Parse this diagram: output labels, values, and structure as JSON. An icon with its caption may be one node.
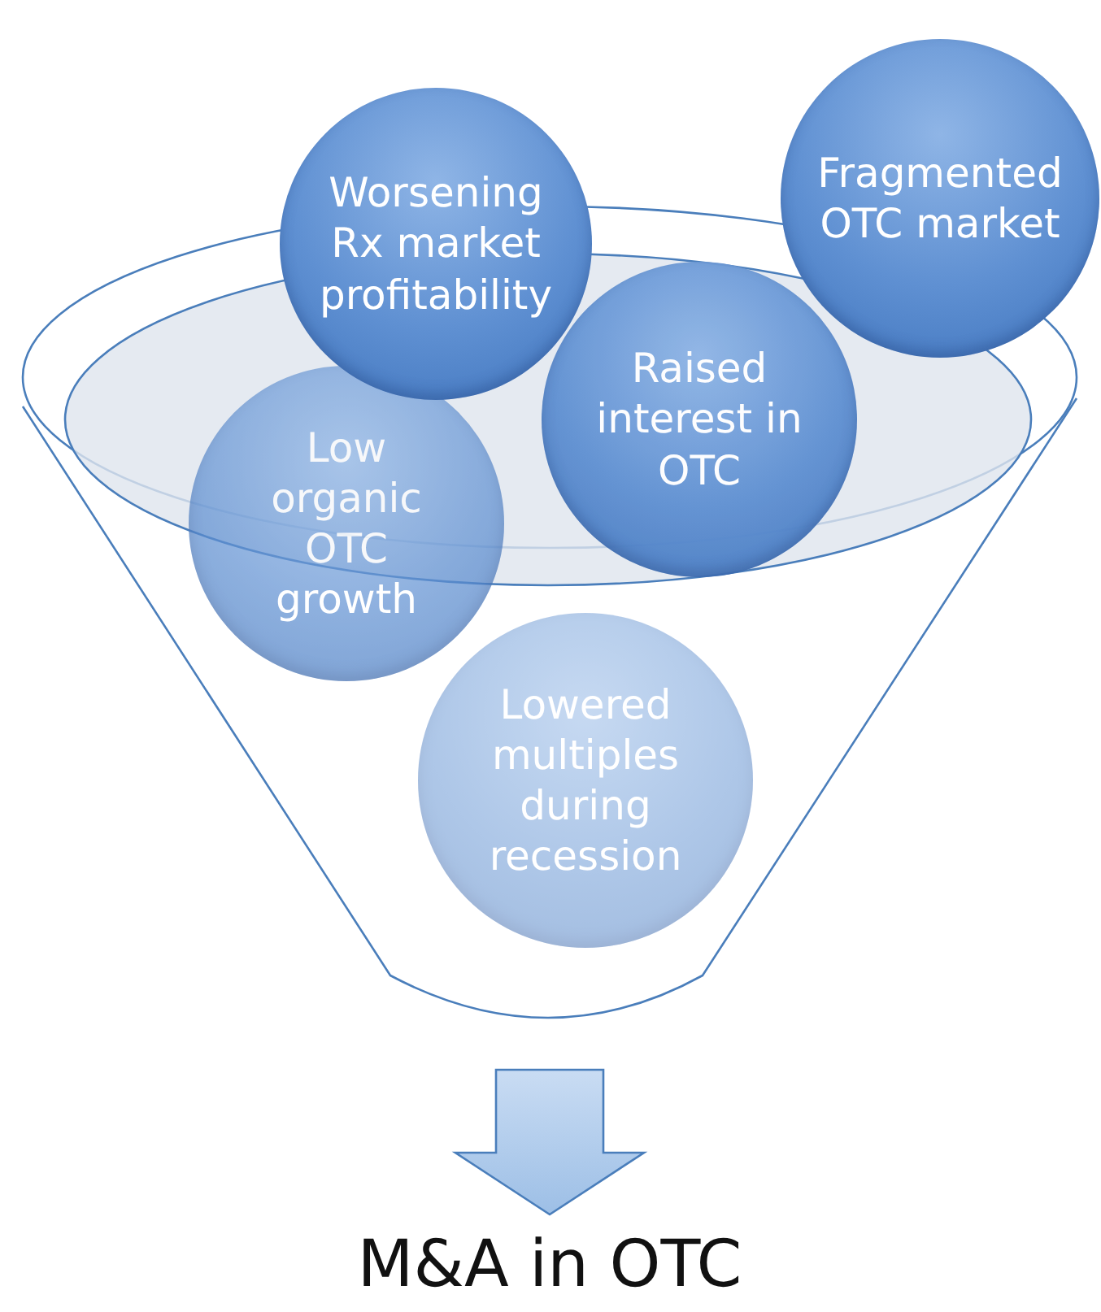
{
  "diagram": {
    "nodes": [
      {
        "text": [],
        "shape": "funnel"
      },
      {
        "text": [
          "Worsening Rx market profitability"
        ]
      },
      {
        "text": [
          "Fragmented OTC market"
        ]
      },
      {
        "text": [
          "Raised interest in OTC"
        ],
        "in": 0
      },
      {
        "text": [
          "Low organic OTC growth"
        ],
        "in": 0
      },
      {
        "text": [
          "Lowered multiples during recession"
        ],
        "in": 0
      },
      {
        "text": [
          "M&A in OTC"
        ]
      }
    ],
    "edges": [
      {
        "from": 0,
        "to": 6,
        "arrow": "to",
        "style": "thick"
      }
    ]
  }
}
